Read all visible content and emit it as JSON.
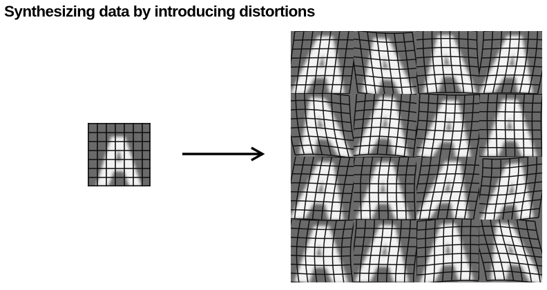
{
  "slide": {
    "title": "Synthesizing data by introducing distortions"
  },
  "figure": {
    "source_image": {
      "label": "letter-A",
      "grid_cells": 7
    },
    "arrow_icon": "right-arrow-icon",
    "distorted_grid": {
      "rows": 4,
      "cols": 4,
      "letter": "A"
    }
  },
  "colors": {
    "background": "#ffffff",
    "tile_gray": "#6a6a6a",
    "glyph": "#f4f4f4",
    "grid_lines": "#111111",
    "text": "#000000"
  }
}
